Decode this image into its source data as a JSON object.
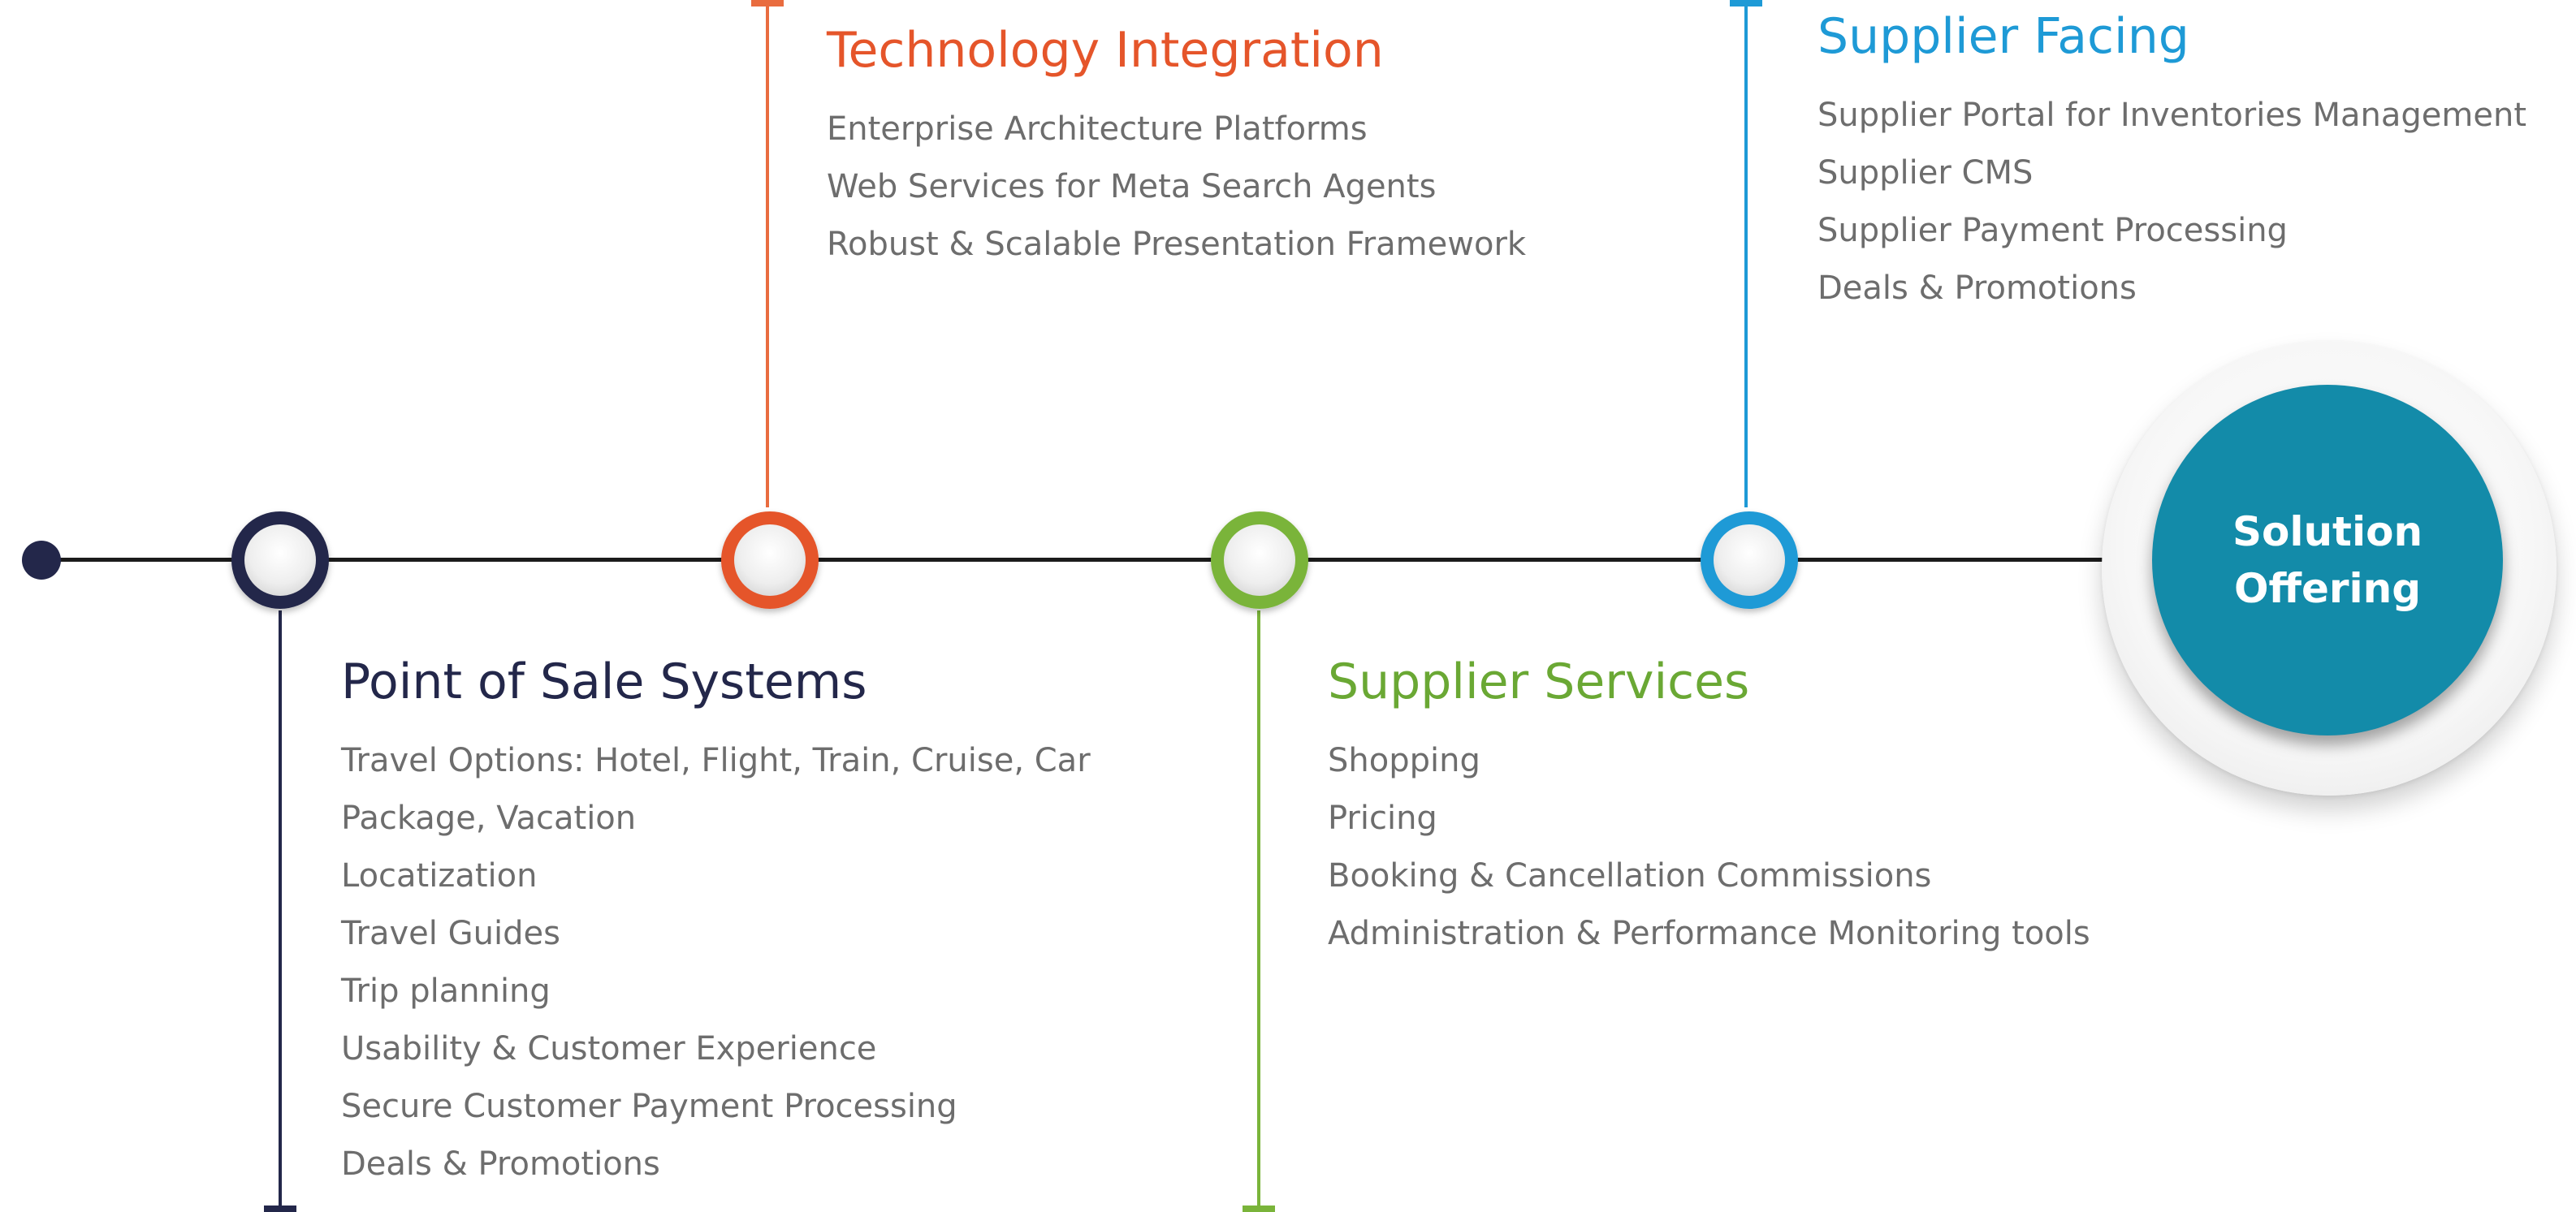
{
  "solution": {
    "line1": "Solution",
    "line2": "Offering"
  },
  "sections": {
    "point_of_sale": {
      "title": "Point of Sale Systems",
      "color": "#23274a",
      "items": [
        "Travel Options:  Hotel, Flight, Train, Cruise, Car",
        "Package, Vacation",
        "Locatization",
        "Travel Guides",
        "Trip planning",
        "Usability & Customer Experience",
        "Secure Customer Payment Processing",
        "Deals & Promotions"
      ]
    },
    "technology_integration": {
      "title": "Technology Integration",
      "color": "#e5552a",
      "items": [
        "Enterprise Architecture Platforms",
        "Web Services for Meta Search Agents",
        "Robust & Scalable Presentation Framework"
      ]
    },
    "supplier_services": {
      "title": "Supplier Services",
      "color": "#7ab43a",
      "items": [
        "Shopping",
        "Pricing",
        "Booking & Cancellation Commissions",
        "Administration & Performance Monitoring tools"
      ]
    },
    "supplier_facing": {
      "title": "Supplier Facing",
      "color": "#1e9ad6",
      "items": [
        "Supplier Portal for Inventories Management",
        "Supplier CMS",
        "Supplier Payment Processing",
        "Deals & Promotions"
      ]
    }
  },
  "colors": {
    "timeline": "#1b1b1b",
    "solution_fill": "#138ba9",
    "body_text": "#6d6d6d"
  }
}
